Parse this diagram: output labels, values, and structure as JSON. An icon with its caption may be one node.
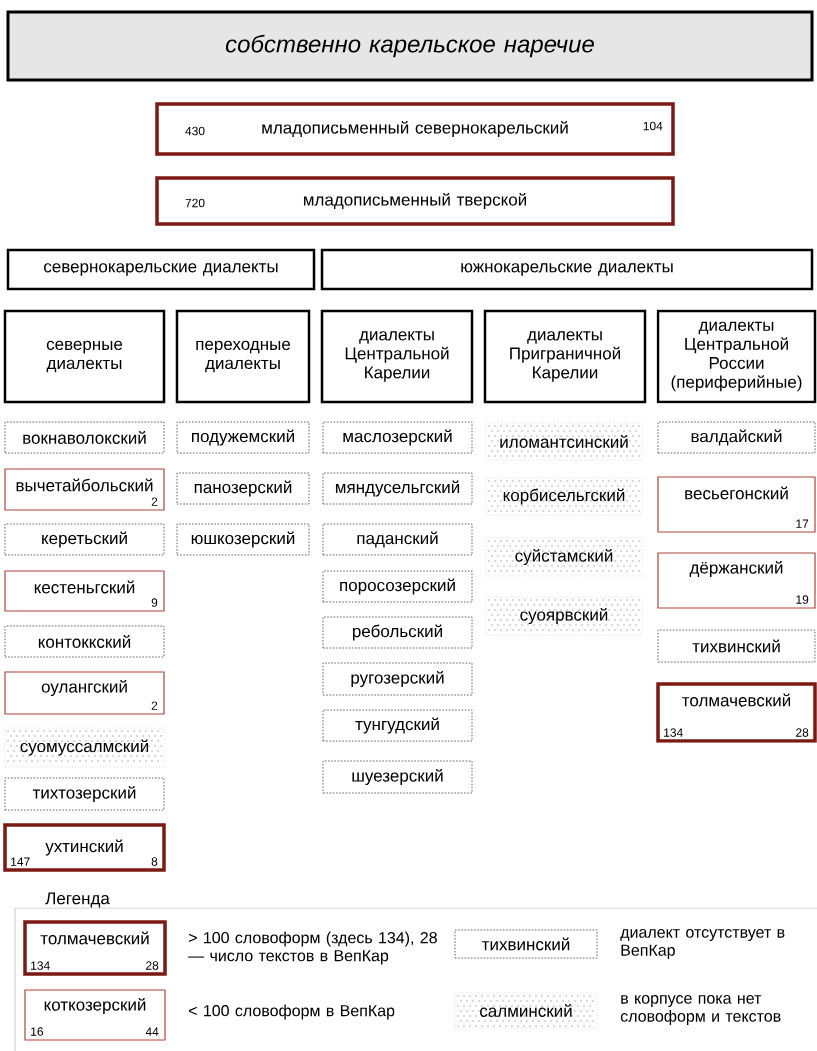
{
  "diagram": {
    "nodes": [
      {
        "text": [
          "собственно карельское наречие"
        ]
      },
      {
        "text": [
          "430",
          "младописьменный севернокарельский",
          "104"
        ]
      },
      {
        "text": [
          "720",
          "младописьменный тверской"
        ]
      },
      {
        "text": [
          "севернокарельские диалекты"
        ]
      },
      {
        "text": [
          "южнокарельские диалекты"
        ]
      },
      {
        "text": [
          "северные диалекты"
        ]
      },
      {
        "text": [
          "переходные диалекты"
        ]
      },
      {
        "text": [
          "диалекты Центральной Карелии"
        ]
      },
      {
        "text": [
          "диалекты Приграничной Карелии"
        ]
      },
      {
        "text": [
          "диалекты Центральной России (периферийные)"
        ]
      },
      {
        "text": [
          "вокнаволокский"
        ]
      },
      {
        "text": [
          "вычетайбольский",
          "2"
        ]
      },
      {
        "text": [
          "керетьский"
        ]
      },
      {
        "text": [
          "кестеньгский",
          "9"
        ]
      },
      {
        "text": [
          "контоккский"
        ]
      },
      {
        "text": [
          "оулангский",
          "2"
        ]
      },
      {
        "text": [
          "суомуссалмский"
        ]
      },
      {
        "text": [
          "тихтозерский"
        ]
      },
      {
        "text": [
          "147",
          "ухтинский",
          "8"
        ]
      },
      {
        "text": [
          "подужемский"
        ]
      },
      {
        "text": [
          "панозерский"
        ]
      },
      {
        "text": [
          "юшкозерский"
        ]
      },
      {
        "text": [
          "маслозерский"
        ]
      },
      {
        "text": [
          "мяндусельгский"
        ]
      },
      {
        "text": [
          "паданский"
        ]
      },
      {
        "text": [
          "поросозерский"
        ]
      },
      {
        "text": [
          "ребольский"
        ]
      },
      {
        "text": [
          "ругозерский"
        ]
      },
      {
        "text": [
          "тунгудский"
        ]
      },
      {
        "text": [
          "шуезерский"
        ]
      },
      {
        "text": [
          "иломантсинский"
        ]
      },
      {
        "text": [
          "корбисельгский"
        ]
      },
      {
        "text": [
          "суйстамский"
        ]
      },
      {
        "text": [
          "суоярвский"
        ]
      },
      {
        "text": [
          "валдайский"
        ]
      },
      {
        "text": [
          "весьегонский",
          "17"
        ]
      },
      {
        "text": [
          "дёржанский",
          "19"
        ]
      },
      {
        "text": [
          "тихвинский"
        ]
      },
      {
        "text": [
          "толмачевский",
          "134",
          "28"
        ]
      },
      {
        "text": [
          "толмачевский",
          "134",
          "28"
        ]
      },
      {
        "text": [
          "коткозерский",
          "16",
          "44"
        ]
      },
      {
        "text": [
          "тихвинский"
        ]
      },
      {
        "text": [
          "салминский"
        ]
      }
    ],
    "labels": [
      "Легенда"
    ],
    "legend": [
      {
        "text": "> 100 словоформ (здесь 134), 28 — число текстов в ВепКар"
      },
      {
        "text": "< 100 словоформ в ВепКар"
      },
      {
        "text": "диалект отсутствует в ВепКар"
      },
      {
        "text": "в корпусе пока нет словоформ и текстов"
      }
    ]
  }
}
